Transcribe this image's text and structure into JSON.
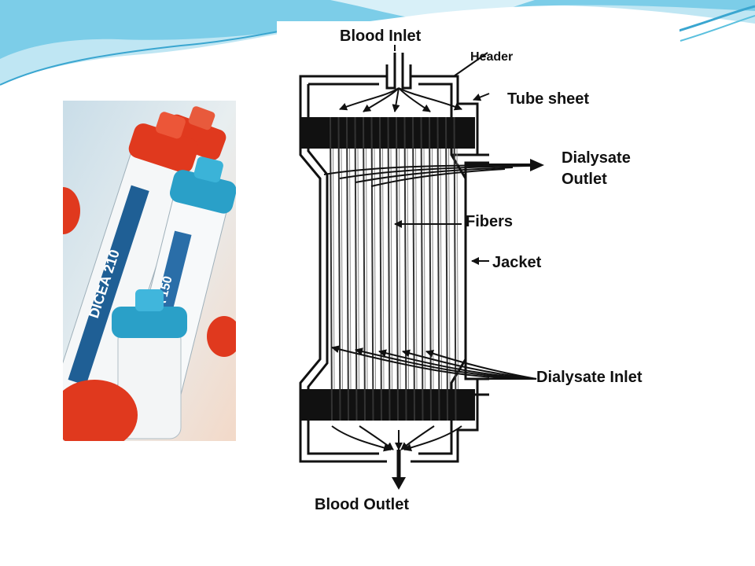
{
  "diagram": {
    "labels": {
      "blood_inlet": "Blood Inlet",
      "header": "Header",
      "tube_sheet": "Tube sheet",
      "dialysate_outlet_1": "Dialysate",
      "dialysate_outlet_2": "Outlet",
      "fibers": "Fibers",
      "jacket": "Jacket",
      "dialysate_inlet": "Dialysate Inlet",
      "blood_outlet": "Blood Outlet"
    }
  },
  "photo": {
    "lettering_1": "ULTRA 150",
    "lettering_2": "DICEA 210",
    "colors": {
      "cap_red": "#e0391e",
      "cap_blue": "#2aa0c8",
      "body_white": "#f2f4f6"
    }
  },
  "theme": {
    "swoosh_blue": "#5bc0de",
    "swoosh_dark": "#1f7fb0"
  }
}
